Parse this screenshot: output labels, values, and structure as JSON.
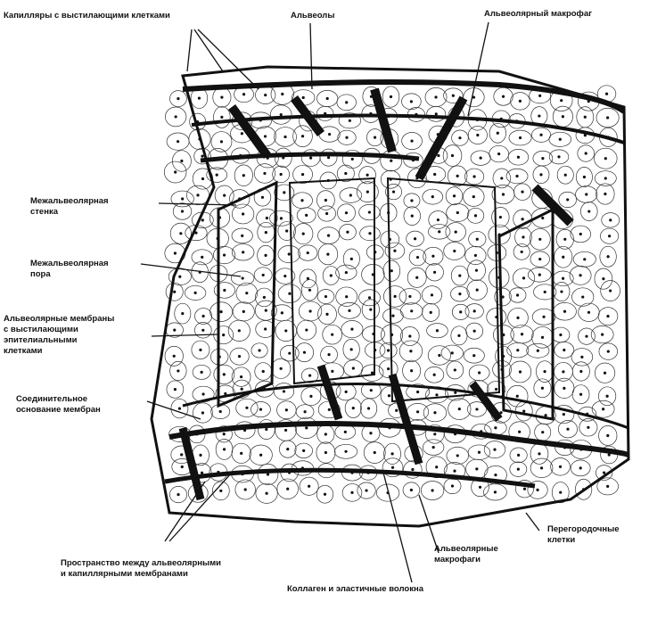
{
  "labels": {
    "capillaries": "Капилляры с выстилающими клетками",
    "alveoli": "Альвеолы",
    "alveolar_macrophage_top": "Альвеолярный макрофаг",
    "interalveolar_wall": "Межальвеолярная\nстенка",
    "interalveolar_pore": "Межальвеолярная\nпора",
    "alveolar_membranes": "Альвеолярные мембраны\nс выстилающими\nэпителиальными\nклетками",
    "connective_base": "Соединительное\nоснование мембран",
    "space_between": "Пространство между альвеолярными\nи капиллярными мембранами",
    "collagen": "Коллаген и эластичные волокна",
    "alveolar_macrophages": "Альвеолярные\nмакрофаги",
    "septal_cells": "Перегородочные\nклетки"
  },
  "colors": {
    "ink": "#111111",
    "paper": "#ffffff"
  }
}
